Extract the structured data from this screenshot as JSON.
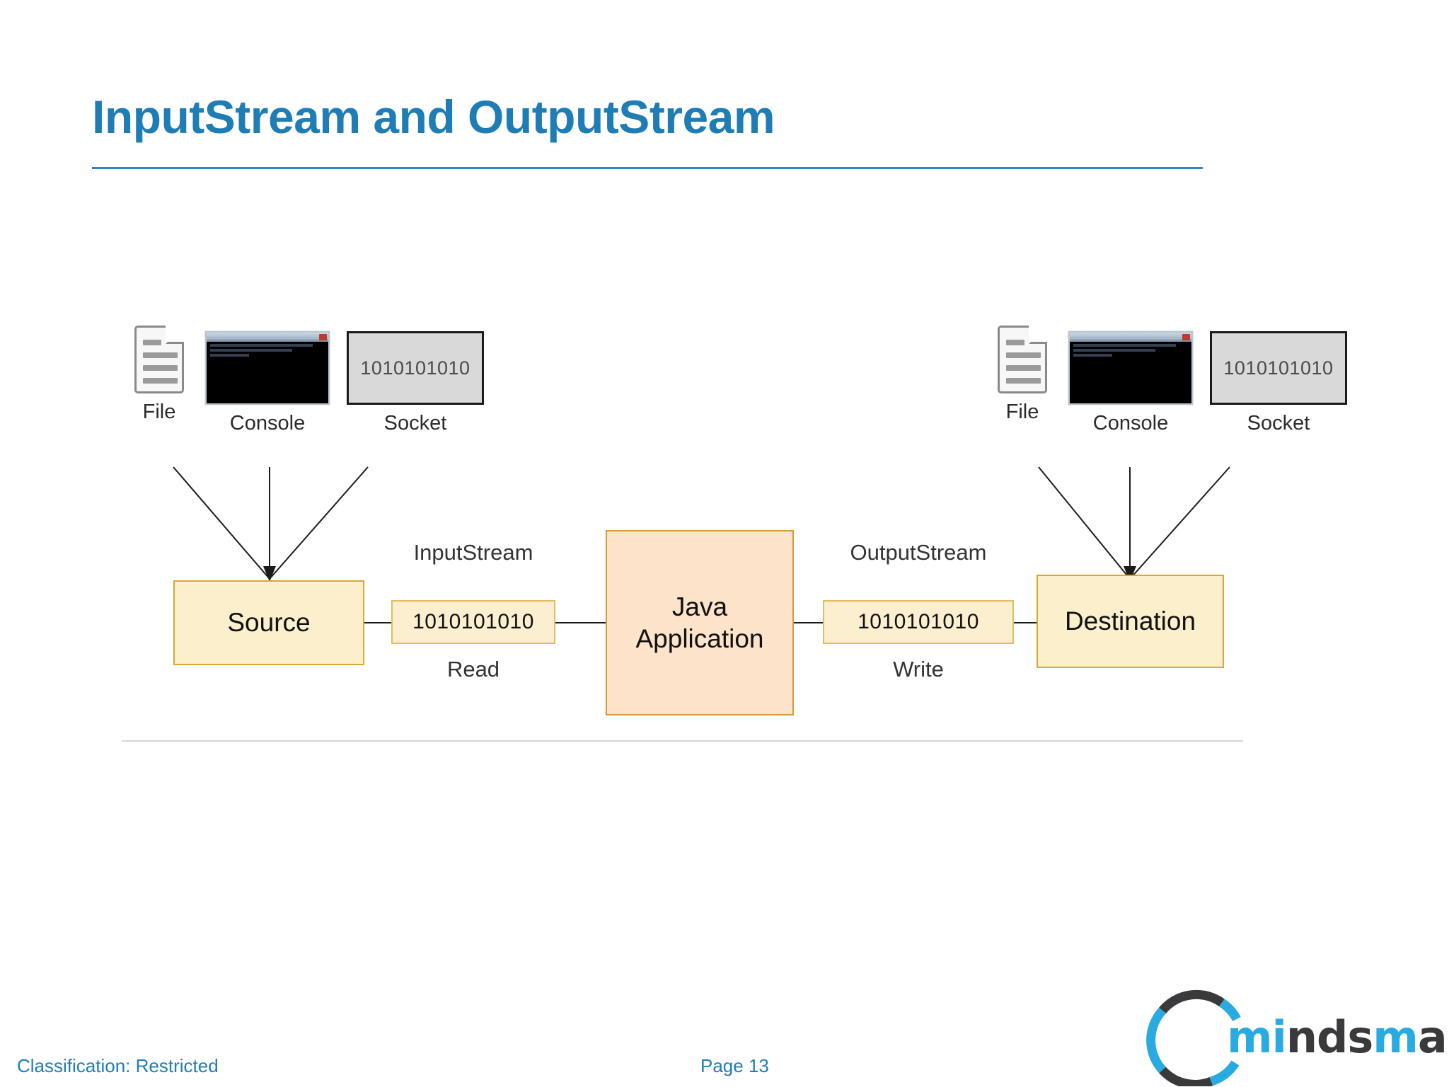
{
  "slide": {
    "title": "InputStream and OutputStream",
    "accent_color": "#1F7DB5",
    "rule_color": "#2E87BF"
  },
  "diagram": {
    "source_sources": {
      "group_label": "source-inputs",
      "items": [
        {
          "icon": "file-icon",
          "caption": "File"
        },
        {
          "icon": "console-icon",
          "caption": "Console"
        },
        {
          "icon": "socket-icon",
          "caption": "Socket",
          "value": "1010101010"
        }
      ]
    },
    "destination_targets": {
      "group_label": "destination-outputs",
      "items": [
        {
          "icon": "file-icon",
          "caption": "File"
        },
        {
          "icon": "console-icon",
          "caption": "Console"
        },
        {
          "icon": "socket-icon",
          "caption": "Socket",
          "value": "1010101010"
        }
      ]
    },
    "boxes": {
      "source": "Source",
      "java_application_line1": "Java",
      "java_application_line2": "Application",
      "destination": "Destination",
      "input_stream_bits": "1010101010",
      "output_stream_bits": "1010101010"
    },
    "labels": {
      "input_stream": "InputStream",
      "read": "Read",
      "output_stream": "OutputStream",
      "write": "Write"
    },
    "colors": {
      "endpoint_fill": "#FCEFCB",
      "endpoint_border": "#D6A933",
      "app_fill": "#FCE3C9",
      "app_border": "#D69A34",
      "stream_fill": "#FBEFD0",
      "stream_border": "#E0BC63",
      "socket_fill": "#D9D9D9",
      "connector": "#1B1B1B"
    }
  },
  "footer": {
    "classification": "Classification: Restricted",
    "page": "Page 13",
    "color": "#1F7DB5"
  },
  "logo": {
    "name_part_1": "mi",
    "name_part_2": "nds",
    "name_part_3": "m",
    "name_part_4": "apped",
    "blue": "#29ABE2",
    "dark": "#3A3A3C"
  }
}
